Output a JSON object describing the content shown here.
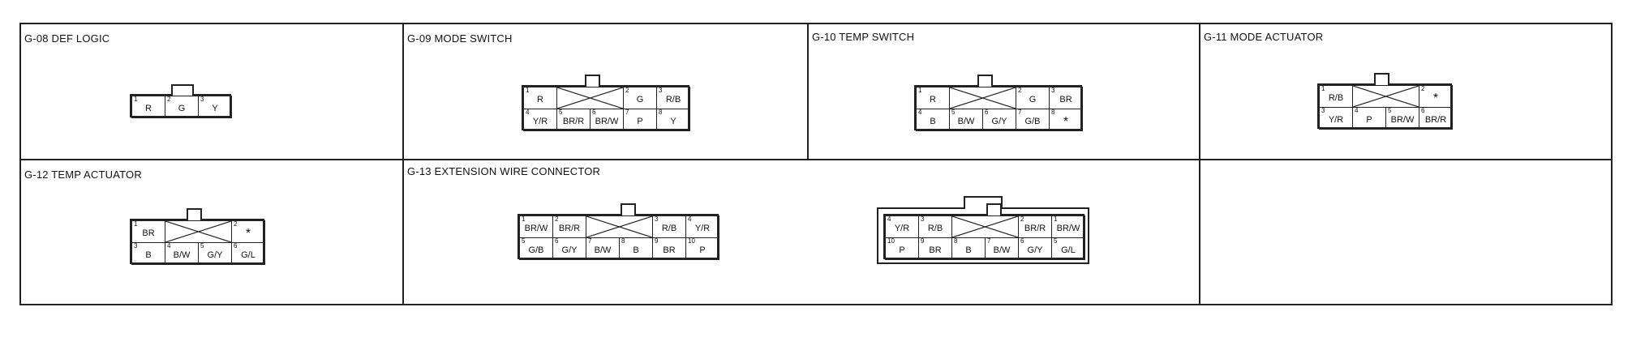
{
  "panels": [
    {
      "id": "g08",
      "title": "G-08 DEF LOGIC",
      "rows": [
        [
          {
            "pin": "1",
            "label": "R"
          },
          {
            "pin": "2",
            "label": "G"
          },
          {
            "pin": "3",
            "label": "Y"
          }
        ]
      ]
    },
    {
      "id": "g09",
      "title": "G-09 MODE SWITCH",
      "rows": [
        [
          {
            "pin": "1",
            "label": "R"
          },
          {
            "blank": true
          },
          {
            "pin": "2",
            "label": "G"
          },
          {
            "pin": "3",
            "label": "R/B"
          }
        ],
        [
          {
            "pin": "4",
            "label": "Y/R"
          },
          {
            "pin": "5",
            "label": "BR/R"
          },
          {
            "pin": "6",
            "label": "BR/W"
          },
          {
            "pin": "7",
            "label": "P"
          },
          {
            "pin": "8",
            "label": "Y"
          }
        ]
      ]
    },
    {
      "id": "g10",
      "title": "G-10 TEMP SWITCH",
      "rows": [
        [
          {
            "pin": "1",
            "label": "R"
          },
          {
            "blank": true
          },
          {
            "pin": "2",
            "label": "G"
          },
          {
            "pin": "3",
            "label": "BR"
          }
        ],
        [
          {
            "pin": "4",
            "label": "B"
          },
          {
            "pin": "5",
            "label": "B/W"
          },
          {
            "pin": "6",
            "label": "G/Y"
          },
          {
            "pin": "7",
            "label": "G/B"
          },
          {
            "pin": "8",
            "label": "*"
          }
        ]
      ]
    },
    {
      "id": "g11",
      "title": "G-11 MODE ACTUATOR",
      "rows": [
        [
          {
            "pin": "1",
            "label": "R/B"
          },
          {
            "blank": true
          },
          {
            "pin": "2",
            "label": "*"
          }
        ],
        [
          {
            "pin": "3",
            "label": "Y/R"
          },
          {
            "pin": "4",
            "label": "P"
          },
          {
            "pin": "5",
            "label": "BR/W"
          },
          {
            "pin": "6",
            "label": "BR/R"
          }
        ]
      ]
    },
    {
      "id": "g12",
      "title": "G-12 TEMP ACTUATOR",
      "rows": [
        [
          {
            "pin": "1",
            "label": "BR"
          },
          {
            "blank": true
          },
          {
            "pin": "2",
            "label": "*"
          }
        ],
        [
          {
            "pin": "3",
            "label": "B"
          },
          {
            "pin": "4",
            "label": "B/W"
          },
          {
            "pin": "5",
            "label": "G/Y"
          },
          {
            "pin": "6",
            "label": "G/L"
          }
        ]
      ]
    },
    {
      "id": "g13",
      "title": "G-13 EXTENSION WIRE CONNECTOR",
      "connectors": [
        {
          "id": "g13-male",
          "rows": [
            [
              {
                "pin": "1",
                "label": "BR/W"
              },
              {
                "pin": "2",
                "label": "BR/R"
              },
              {
                "blank": true
              },
              {
                "pin": "3",
                "label": "R/B"
              },
              {
                "pin": "4",
                "label": "Y/R"
              }
            ],
            [
              {
                "pin": "5",
                "label": "G/B"
              },
              {
                "pin": "6",
                "label": "G/Y"
              },
              {
                "pin": "7",
                "label": "B/W"
              },
              {
                "pin": "8",
                "label": "B"
              },
              {
                "pin": "9",
                "label": "BR"
              },
              {
                "pin": "10",
                "label": "P"
              }
            ]
          ]
        },
        {
          "id": "g13-female",
          "rows": [
            [
              {
                "pin": "4",
                "label": "Y/R"
              },
              {
                "pin": "3",
                "label": "R/B"
              },
              {
                "blank": true
              },
              {
                "pin": "2",
                "label": "BR/R"
              },
              {
                "pin": "1",
                "label": "BR/W"
              }
            ],
            [
              {
                "pin": "10",
                "label": "P"
              },
              {
                "pin": "9",
                "label": "BR"
              },
              {
                "pin": "8",
                "label": "B"
              },
              {
                "pin": "7",
                "label": "B/W"
              },
              {
                "pin": "6",
                "label": "G/Y"
              },
              {
                "pin": "5",
                "label": "G/L"
              }
            ]
          ]
        }
      ]
    }
  ]
}
